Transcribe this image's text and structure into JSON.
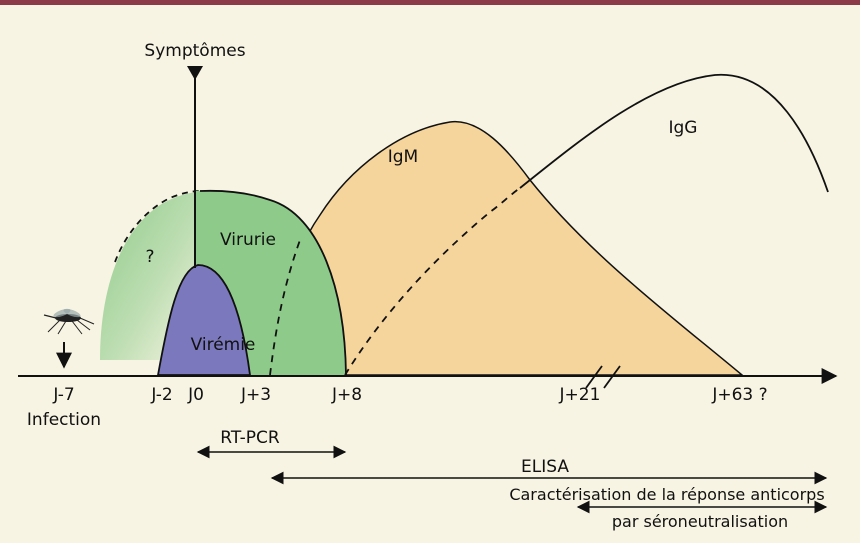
{
  "diagram": {
    "symptoms_label": "Symptômes",
    "regions": {
      "unknown": "?",
      "viremia": "Virémie",
      "viruria": "Virurie",
      "igm": "IgM",
      "igg": "IgG"
    },
    "ticks": [
      "J-7",
      "J-2",
      "J0",
      "J+3",
      "J+8",
      "J+21",
      "J+63 ?"
    ],
    "infection_label": "Infection",
    "methods": {
      "rtpcr": "RT-PCR",
      "elisa": "ELISA",
      "characterisation_line1": "Caractérisation de la réponse anticorps",
      "characterisation_line2": "par séroneutralisation"
    },
    "colors": {
      "background": "#f7f4e3",
      "top_bar": "#8c3a48",
      "viremia": "#7b78bd",
      "viruria": "#8ecb8a",
      "igm": "#f6d59c"
    }
  }
}
